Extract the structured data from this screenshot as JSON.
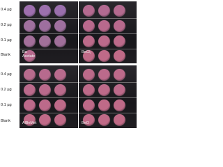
{
  "row_labels": [
    "0.4 µg",
    "0.2 µg",
    "0.1 µg",
    "Blank"
  ],
  "panels": [
    {
      "id": "ba-acetate",
      "label_lines": [
        "Ba",
        "Acetate"
      ],
      "disc_colors": [
        [
          "#9e6fae",
          "#9c70ad",
          "#9a6fad"
        ],
        [
          "#a0709e",
          "#9e6f9f",
          "#9f709f"
        ],
        [
          "#a36f9a",
          "#a17099",
          "#a06f9a"
        ],
        [
          "#b76a8e",
          null,
          null
        ]
      ]
    },
    {
      "id": "becl2",
      "label_lines": [
        "BeCl₂"
      ],
      "disc_colors": [
        [
          "#b46a90",
          "#b26a91",
          "#b36a8f"
        ],
        [
          "#b9698c",
          "#b8698d",
          "#b7698c"
        ],
        [
          "#bc6a8a",
          "#bb6a8b",
          "#bc6a8a"
        ],
        [
          "#c06a87",
          "#bf6a88",
          "#c06a87"
        ]
      ]
    },
    {
      "id": "albemet",
      "label_lines": [
        "AlBeMet"
      ],
      "disc_colors": [
        [
          "#b86b8d",
          "#b76a8e",
          "#b86b8d"
        ],
        [
          "#bb6a8b",
          "#b96a8c",
          "#ba6a8b"
        ],
        [
          "#bd6a8a",
          "#bc6a8a",
          "#bd6a89"
        ],
        [
          "#c06a87",
          "#c06a88",
          "#bf6a87"
        ]
      ]
    },
    {
      "id": "beo",
      "label_lines": [
        "BeO"
      ],
      "disc_colors": [
        [
          "#bc6a8a",
          "#bb6a8b",
          "#bc6a8a"
        ],
        [
          "#bd6a89",
          "#bd6a89",
          "#bc6a8a"
        ],
        [
          "#be6a88",
          "#bf6a88",
          "#be6a88"
        ],
        [
          "#c06a87",
          "#c06a87",
          "#c06a86"
        ]
      ]
    }
  ]
}
